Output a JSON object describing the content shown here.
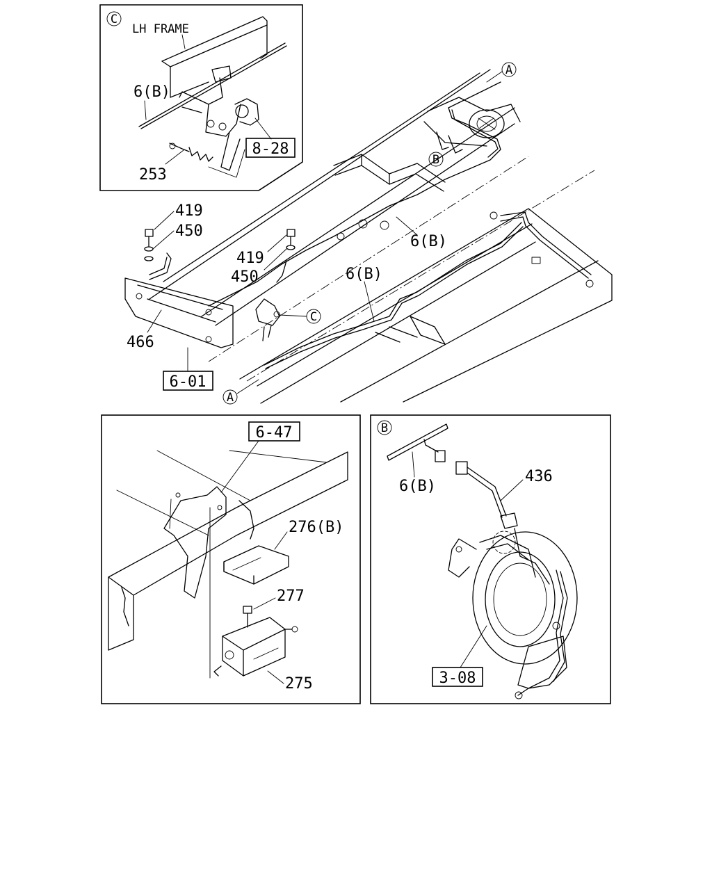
{
  "detail_c": {
    "letter": "C",
    "title": "LH FRAME",
    "labels": {
      "pipe": "6(B)",
      "ref": "8-28",
      "spring": "253"
    }
  },
  "main": {
    "letters": {
      "a_top": "A",
      "a_bottom": "A",
      "b": "B",
      "c": "C"
    },
    "labels": {
      "bolt1": "419",
      "washer1": "450",
      "bolt2": "419",
      "washer2": "450",
      "pipe_right": "6(B)",
      "pipe_center": "6(B)",
      "clamp": "466",
      "ref": "6-01"
    }
  },
  "detail_bottom_left": {
    "labels": {
      "ref": "6-47",
      "cover": "276(B)",
      "bolt": "277",
      "switch": "275"
    }
  },
  "detail_b": {
    "letter": "B",
    "labels": {
      "pipe": "6(B)",
      "hose": "436",
      "ref": "3-08"
    }
  }
}
